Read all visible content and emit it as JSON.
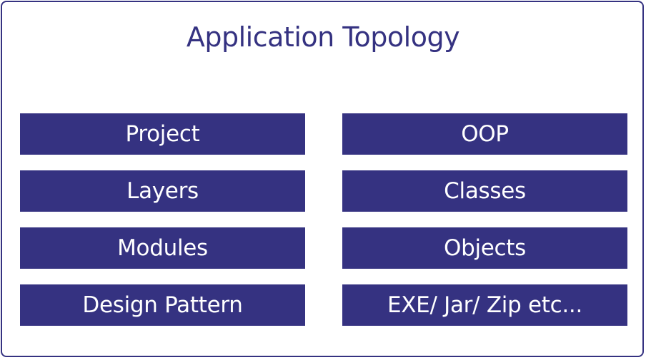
{
  "diagram": {
    "title": "Application Topology",
    "left_items": [
      "Project",
      "Layers",
      "Modules",
      "Design Pattern"
    ],
    "right_items": [
      "OOP",
      "Classes",
      "Objects",
      "EXE/ Jar/ Zip etc..."
    ],
    "colors": {
      "primary": "#353281",
      "background": "#ffffff",
      "box_text": "#ffffff"
    }
  }
}
